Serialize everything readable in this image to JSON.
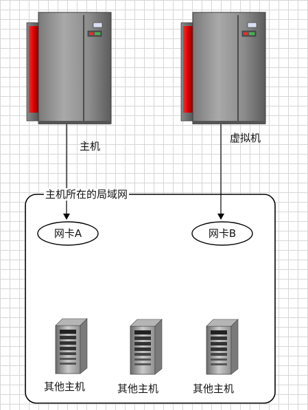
{
  "mainframes": [
    {
      "label": "主机"
    },
    {
      "label": "虚拟机"
    }
  ],
  "lan": {
    "title": "主机所在的局域网"
  },
  "nics": [
    {
      "label": "网卡A"
    },
    {
      "label": "网卡B"
    }
  ],
  "servers": [
    {
      "label": "其他主机"
    },
    {
      "label": "其他主机"
    },
    {
      "label": "其他主机"
    }
  ]
}
